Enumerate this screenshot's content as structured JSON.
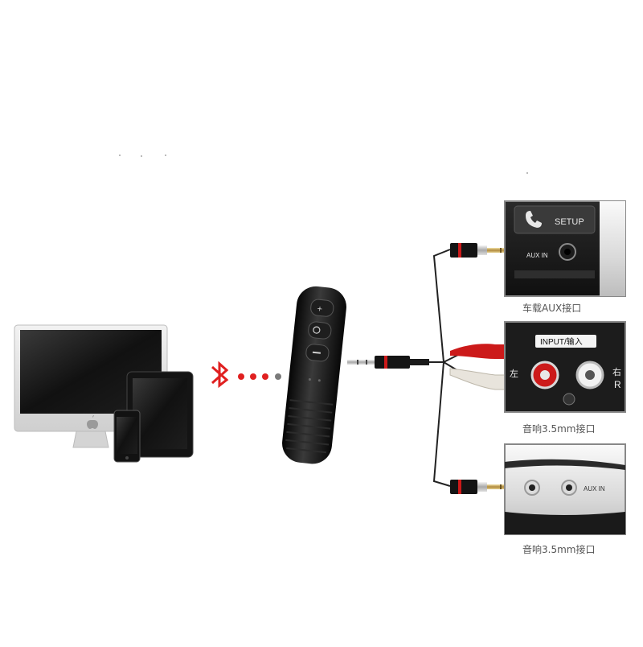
{
  "panels": {
    "car": {
      "button_label": "SETUP",
      "port_label": "AUX IN",
      "caption": "车载AUX接口"
    },
    "speaker": {
      "header_label": "INPUT/输入",
      "left_label": "左",
      "right_label": "右",
      "right_letter": "R",
      "caption": "音响3.5mm接口"
    },
    "player": {
      "port_label": "AUX IN",
      "caption": "音响3.5mm接口"
    }
  },
  "colors": {
    "bluetooth": "#e02020",
    "dots": [
      "#e02020",
      "#e02020",
      "#e02020",
      "#7a7a7a",
      "#7a7a7a"
    ],
    "device_black": "#111111",
    "cable": "#222222",
    "rca_red": "#cc1a1a",
    "rca_white": "#e8e4dc"
  },
  "icons": [
    "apple-logo-icon",
    "bluetooth-icon",
    "play-pause-icon",
    "phone-icon",
    "plus-icon",
    "minus-icon"
  ]
}
